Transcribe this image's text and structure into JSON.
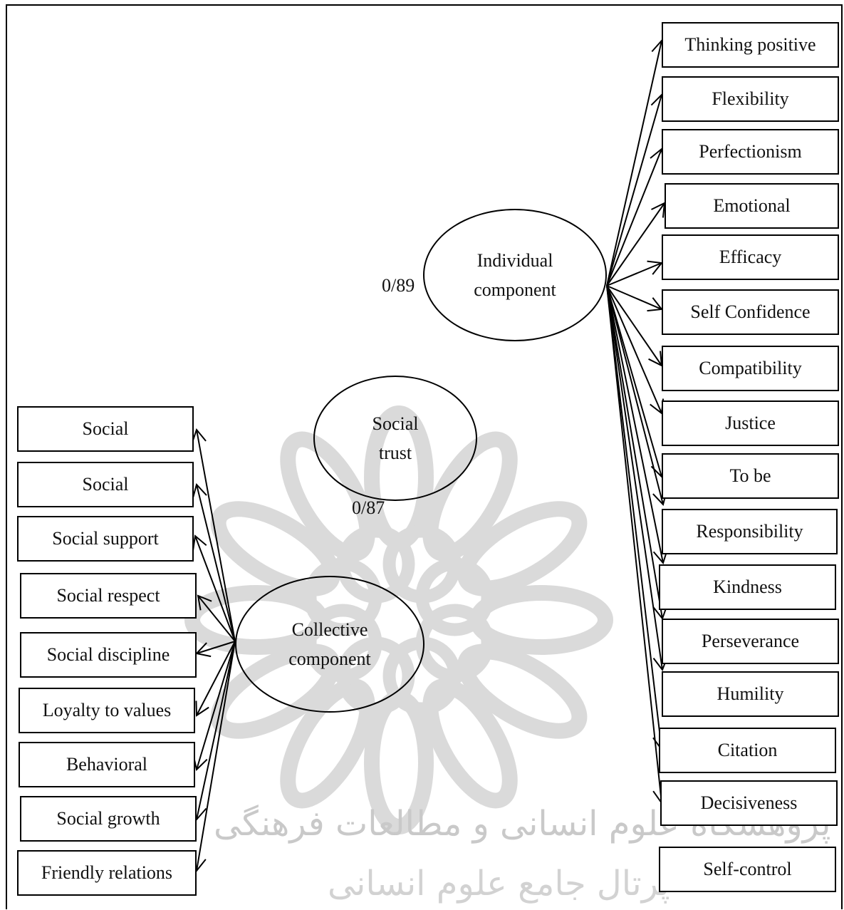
{
  "nodes": {
    "individual": {
      "line1": "Individual",
      "line2": "component"
    },
    "social_trust": {
      "line1": "Social",
      "line2": "trust"
    },
    "collective": {
      "line1": "Collective",
      "line2": "component"
    }
  },
  "coefficients": {
    "individual": "0/89",
    "collective": "0/87"
  },
  "individual_items": [
    "Thinking positive",
    "Flexibility",
    "Perfectionism",
    "Emotional",
    "Efficacy",
    "Self Confidence",
    "Compatibility",
    "Justice",
    "To be",
    "Responsibility",
    "Kindness",
    "Perseverance",
    "Humility",
    "Citation",
    "Decisiveness",
    "Self-control"
  ],
  "collective_items": [
    "Social",
    "Social",
    "Social support",
    "Social respect",
    "Social discipline",
    "Loyalty to values",
    "Behavioral",
    "Social growth",
    "Friendly relations"
  ],
  "watermark": {
    "line1": "پژوهشگاه علوم انسانی و مطالعات فرهنگی",
    "line2": "پرتال جامع علوم انسانی"
  }
}
